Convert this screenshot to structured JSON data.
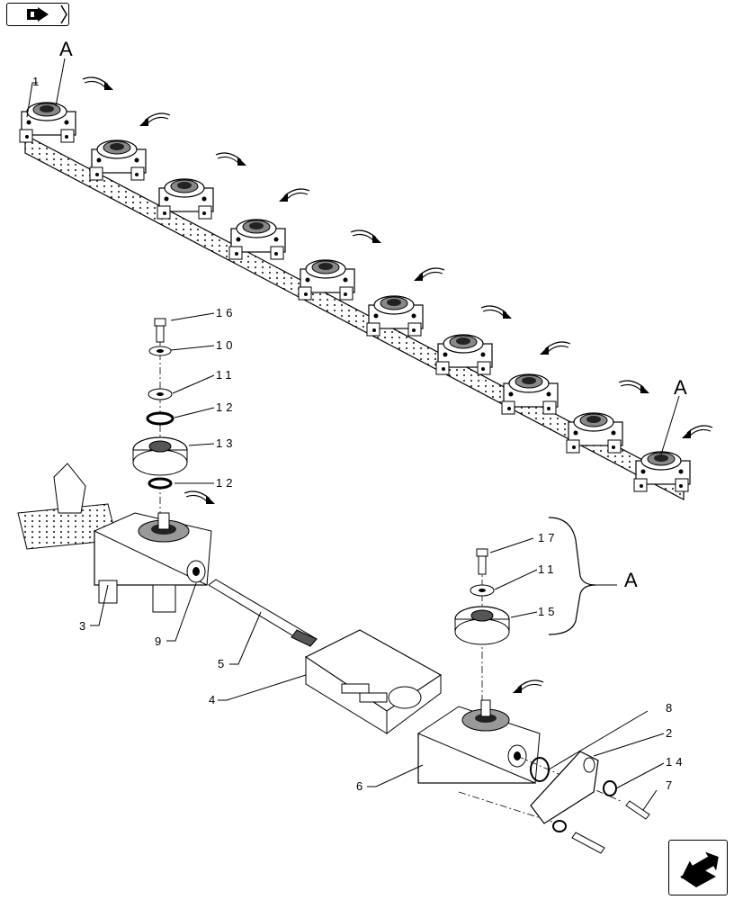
{
  "labels": {
    "assembly_ref": "A",
    "assembly_ref_top": "A",
    "assembly_ref_right": "A",
    "callouts": [
      "1",
      "2",
      "3",
      "4",
      "5",
      "6",
      "7",
      "8",
      "9",
      "10",
      "11",
      "11",
      "12",
      "12",
      "13",
      "14",
      "15",
      "16",
      "17"
    ]
  },
  "icons": {
    "top_left": "book-arrow-icon",
    "bottom_right": "next-page-arrow-icon"
  },
  "colors": {
    "line": "#000000",
    "background": "#ffffff"
  }
}
